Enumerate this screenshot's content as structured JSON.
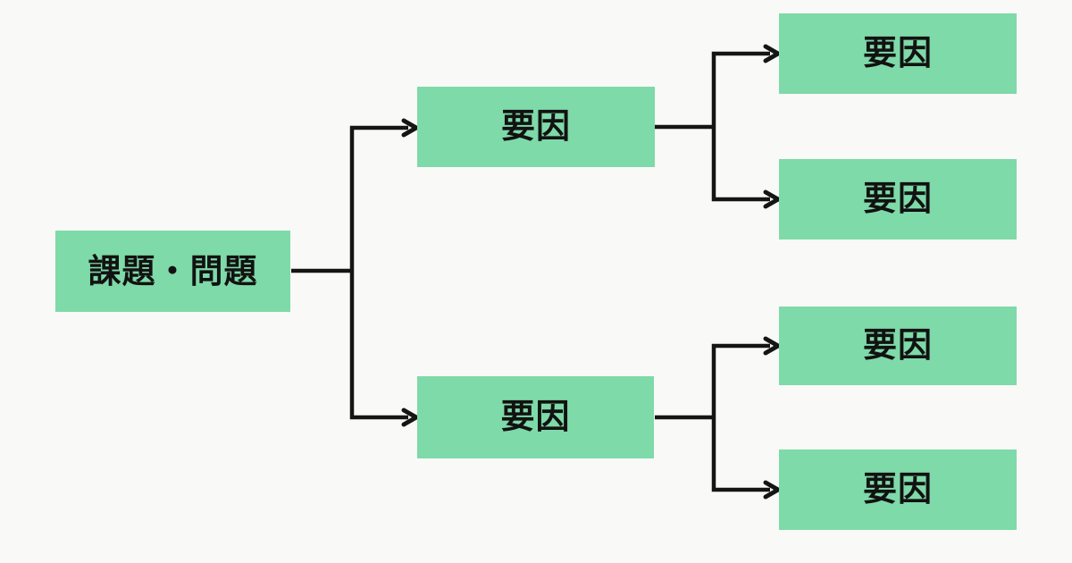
{
  "diagram": {
    "type": "logic-tree",
    "colors": {
      "background": "#f9f9f8",
      "node_fill": "#7edaa8",
      "line_color": "#151515",
      "text_color": "#121212"
    },
    "root": {
      "label": "課題・問題"
    },
    "level1": [
      {
        "label": "要因"
      },
      {
        "label": "要因"
      }
    ],
    "level2": [
      {
        "label": "要因"
      },
      {
        "label": "要因"
      },
      {
        "label": "要因"
      },
      {
        "label": "要因"
      }
    ]
  }
}
